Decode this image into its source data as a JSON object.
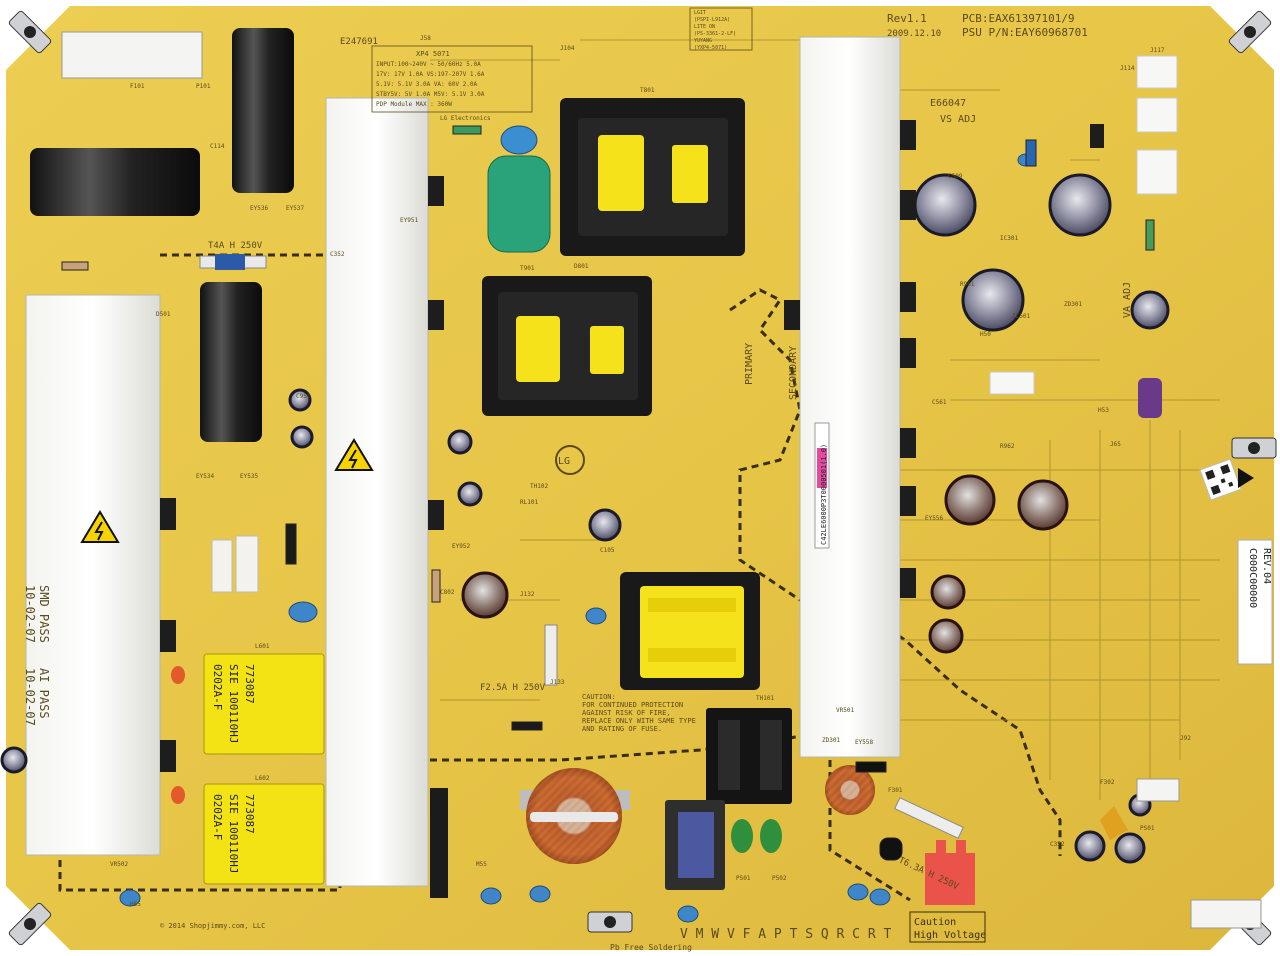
{
  "board": {
    "brand": "LG Electronics",
    "colors": {
      "pcb": "#e9c94a",
      "pcb_shade": "#d9b23a",
      "heatsink": "#eeeeea",
      "transformer": "#1b1b1b",
      "coil": "#f6e21a",
      "inductor": "#2aa37b",
      "cap": "#2a2a2a",
      "silk": "#5a4a1c"
    }
  },
  "labels": {
    "rev": "Rev1.1",
    "pcb_id": "PCB:EAX61397101/9",
    "date": "2009.12.10",
    "psu_pn": "PSU P/N:EAY60968701",
    "cert_top": "E247691",
    "cert_ul": "E66047",
    "vs_adj": "VS ADJ",
    "va_adj": "VA ADJ",
    "primary": "PRIMARY",
    "secondary": "SECONDARY",
    "fuse_main": "T4A H 250V",
    "fuse_f302": "F2.5A H 250V",
    "fuse_f101": "T6.3A H 250V",
    "caution_fuse": [
      "CAUTION:",
      "FOR CONTINUED PROTECTION",
      "AGAINST RISK OF FIRE,",
      "REPLACE ONLY WITH SAME TYPE",
      "AND RATING OF FUSE."
    ],
    "caution_hv": [
      "Caution",
      "High Voltage"
    ],
    "spec_table_title": "XP4 5071",
    "spec_table": [
      "INPUT:100~240V ~ 50/60Hz 5.0A",
      "17V: 17V 1.0A  VS:197-207V 1.6A",
      "5.1V: 5.1V 3.0A  VA: 60V 2.0A",
      "STBY5V: 5V 1.0A  M5V: 5.1V 3.0A",
      "PDP Module MAX : 360W"
    ],
    "model_box": [
      "LGIT",
      "(PSPI-L912A)",
      "LITE ON",
      "(PS-3361-2-LF)",
      "YUYANG",
      "(YXP4-5071)"
    ],
    "smd_pass": [
      "SMD PASS",
      "10-02-07"
    ],
    "ai_pass": [
      "AI PASS",
      "10-02-07"
    ],
    "filter_cap_a": [
      "0202A-F",
      "SIE 100110HJ",
      "773087"
    ],
    "filter_cap_b": [
      "0202A-F",
      "SIE 100110HJ",
      "773087"
    ],
    "serial_sticker": "C42LE6000P3T0000501(1.0)",
    "barcode_tag": "C000C00000",
    "rev_tag": "REV.04",
    "test_points": "V M W V F A P T S Q R C R T",
    "pb_free": "Pb Free Soldering",
    "copyright": "© 2014 Shopjimmy.com, LLC",
    "refs": [
      "T801",
      "T901",
      "L601",
      "L602",
      "EY536",
      "EY537",
      "EY534",
      "EY535",
      "EY951",
      "EY952",
      "EY556",
      "EY558",
      "D501",
      "D801",
      "C802",
      "C509",
      "C951",
      "C352",
      "C561",
      "R961",
      "R962",
      "J65",
      "J92",
      "J58",
      "J104",
      "J114",
      "J117",
      "J132",
      "J133",
      "F301",
      "F302",
      "F101",
      "P101",
      "P501",
      "P502",
      "TH101",
      "TH102",
      "RL101",
      "IC301",
      "IC501",
      "ZD301",
      "ZD301",
      "VR501",
      "VR502",
      "M55",
      "H55",
      "H53",
      "H50",
      "PS01",
      "C114",
      "C105",
      "C352"
    ]
  }
}
